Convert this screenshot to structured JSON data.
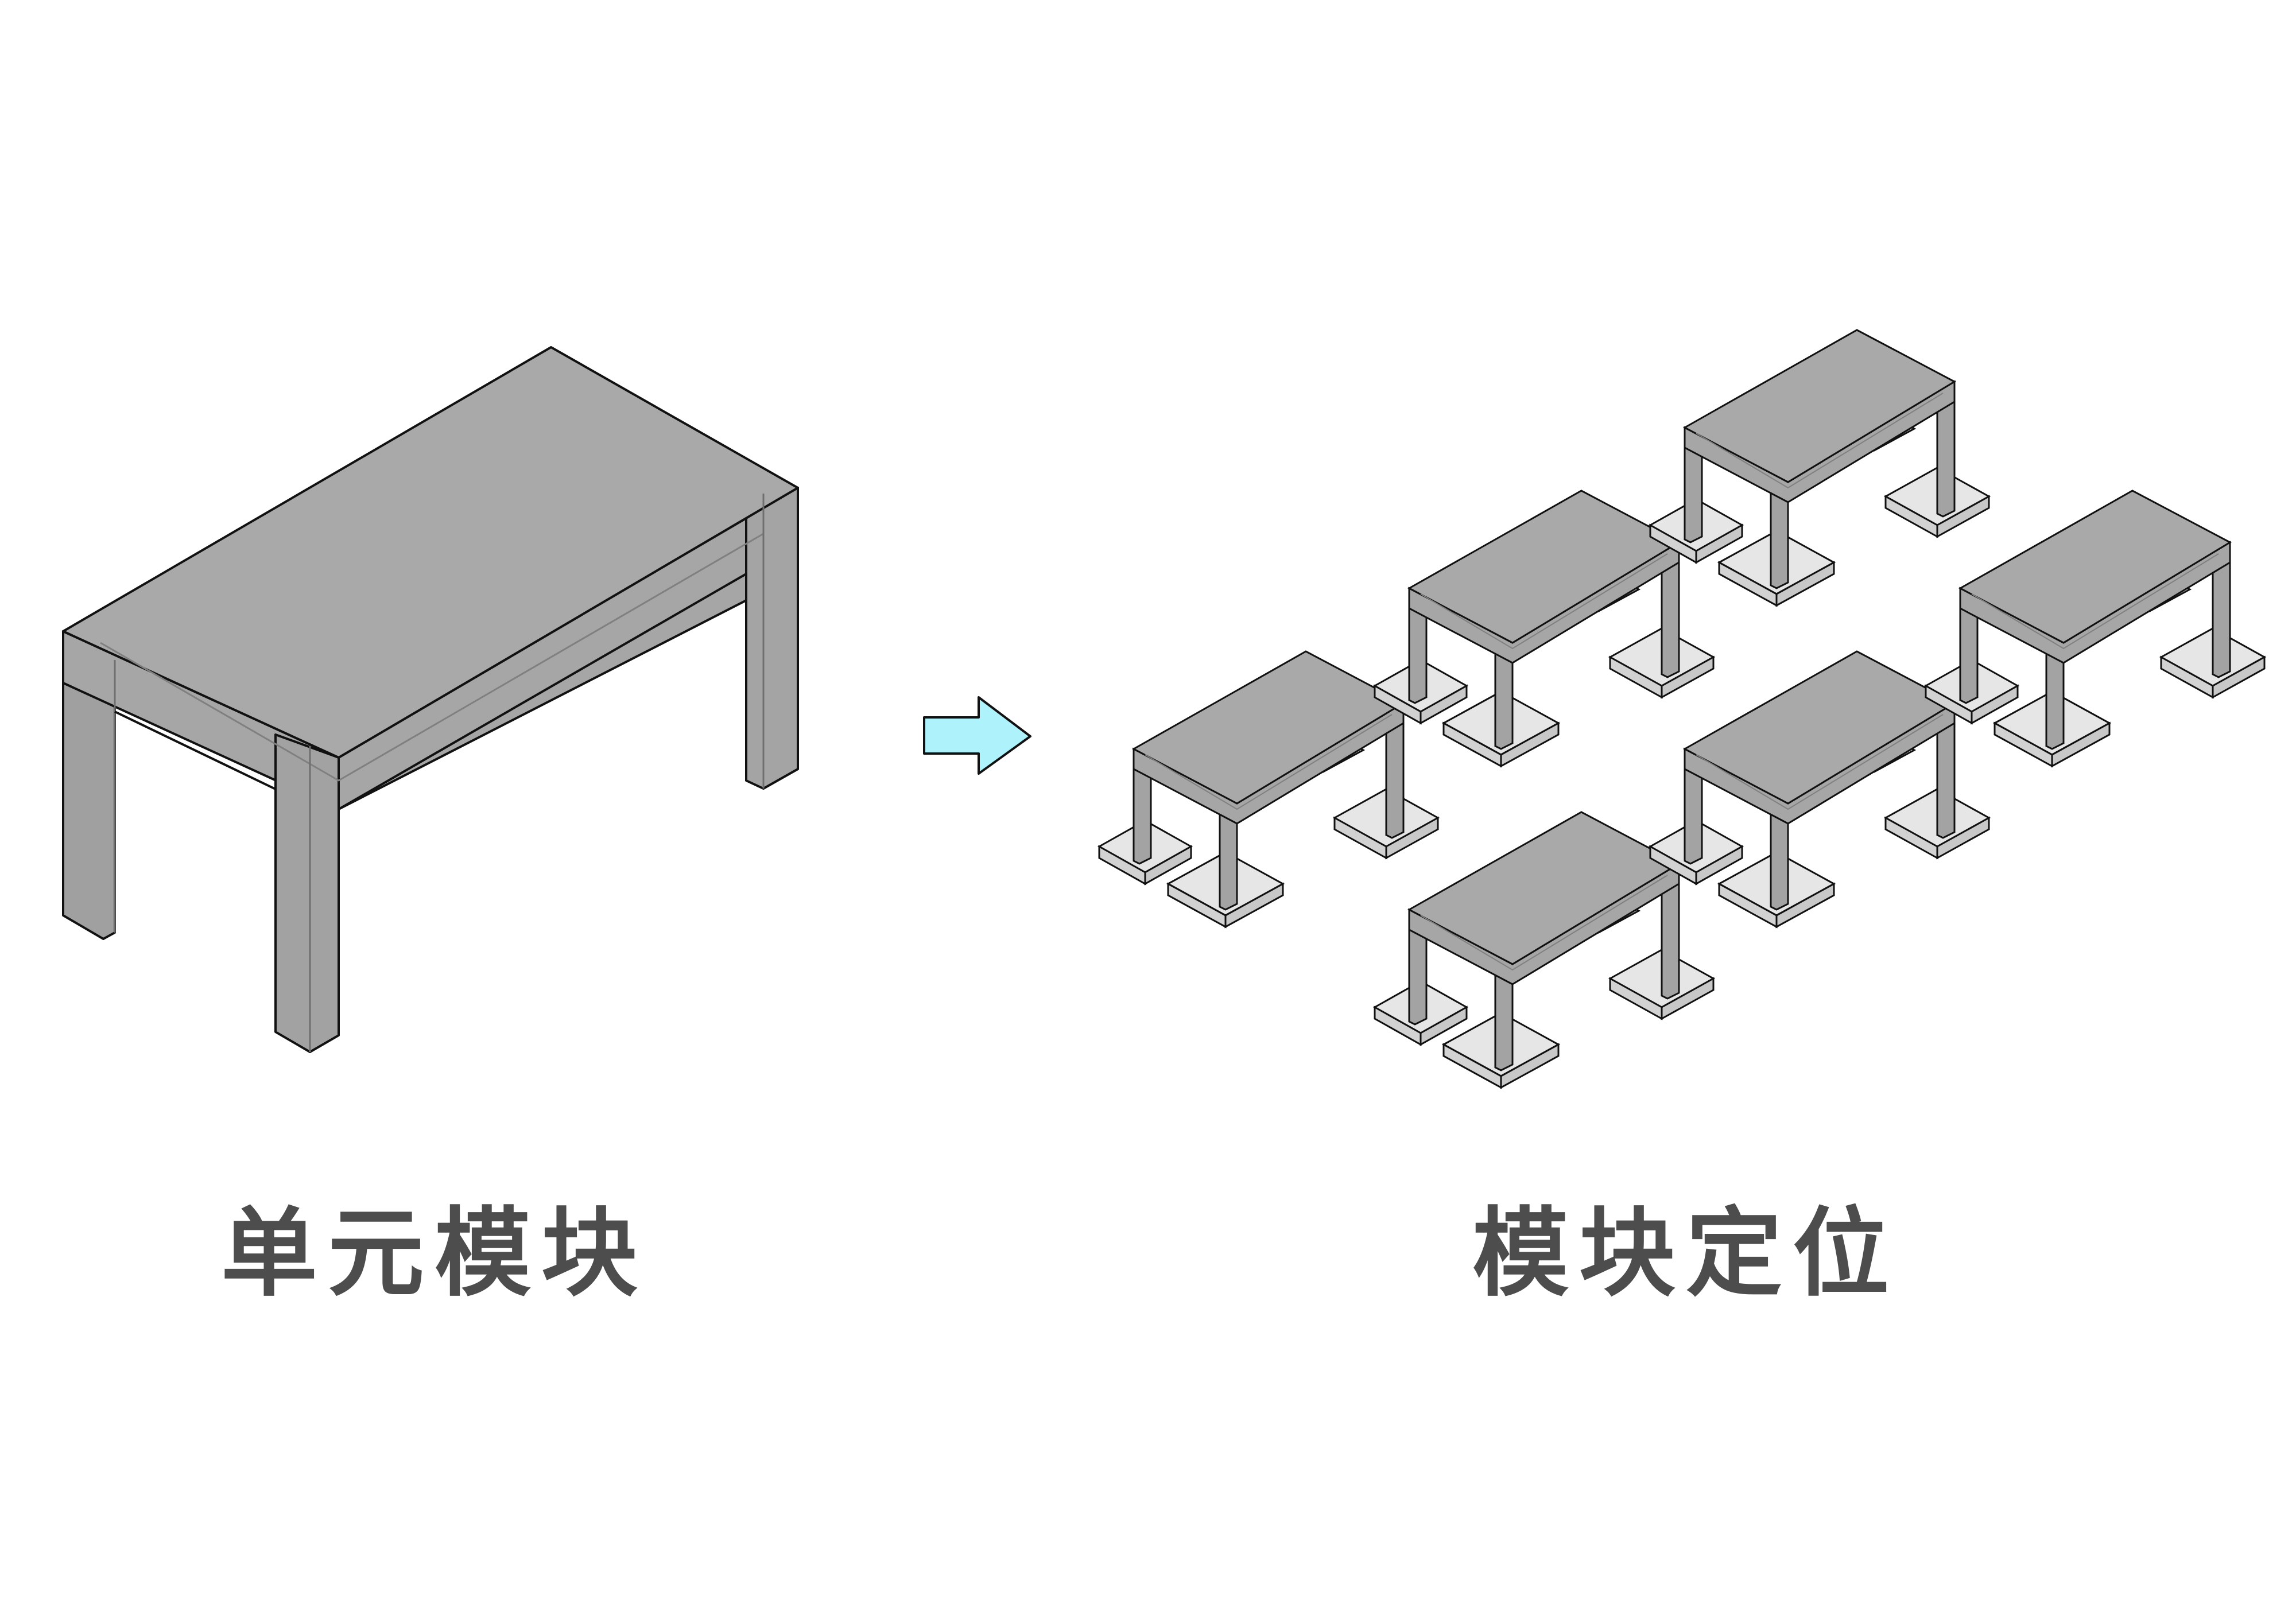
{
  "captions": {
    "left": "单元模块",
    "right": "模块定位"
  },
  "colors": {
    "background": "#ffffff",
    "module_top": "#a9a9a9",
    "module_side": "#a4a4a4",
    "module_front": "#9a9a9a",
    "base_top": "#e6e6e6",
    "base_side": "#d2d2d2",
    "outline": "#111111",
    "arrow_fill": "#aef3fb",
    "caption_text": "#4d4d4d"
  },
  "icons": {
    "single_module": "table-module-icon",
    "arrow": "arrow-right-icon",
    "positioned_modules": "positioned-module-icon"
  },
  "modules": {
    "positioned_count": 6
  }
}
